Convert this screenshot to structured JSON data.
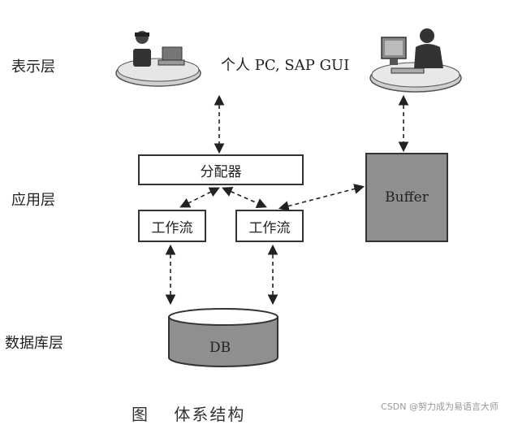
{
  "layers": {
    "presentation": "表示层",
    "application": "应用层",
    "database": "数据库层"
  },
  "presentation_label": "个人 PC, SAP GUI",
  "boxes": {
    "dispatcher": "分配器",
    "workflow_left": "工作流",
    "workflow_right": "工作流",
    "buffer": "Buffer",
    "db": "DB"
  },
  "caption": "图        　体系结构",
  "watermark": "CSDN @努力成为易语言大师"
}
